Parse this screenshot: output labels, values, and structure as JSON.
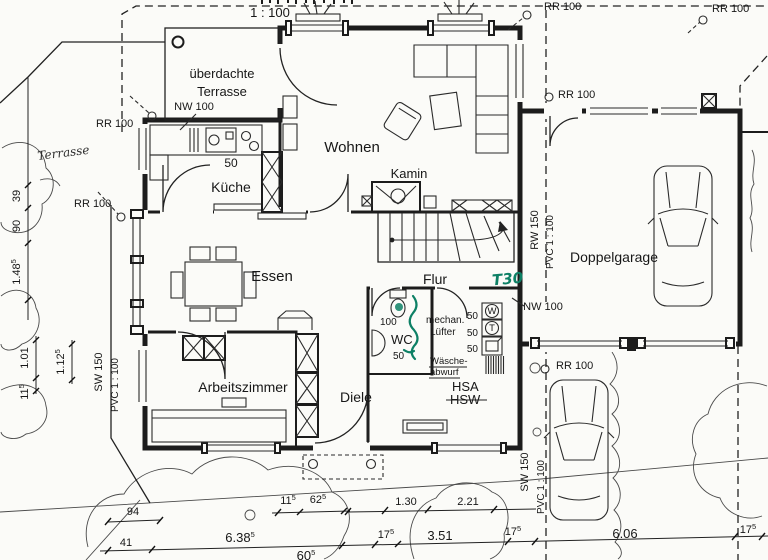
{
  "scale_label": "1 : 100",
  "rooms": {
    "covered_terrace_line1": "überdachte",
    "covered_terrace_line2": "Terrasse",
    "terrace": "Terrasse",
    "kitchen": "Küche",
    "living": "Wohnen",
    "fireplace": "Kamin",
    "dining": "Essen",
    "hall": "Flur",
    "study": "Arbeitszimmer",
    "entry_hall": "Diele",
    "wc": "WC",
    "vent_line1": "mechan.",
    "vent_line2": "Lüfter",
    "laundry_chute_line1": "Wäsche-",
    "laundry_chute_line2": "abwurf",
    "hsa": "HSA",
    "hsw": "HSW",
    "garage": "Doppelgarage"
  },
  "pipes": {
    "rr100": "RR 100",
    "nw100": "NW 100",
    "rw150": "RW 150",
    "sw150": "SW 150",
    "pvc": "PVC 1 : 100"
  },
  "annotations": {
    "t30": "T30"
  },
  "fixtures": {
    "washer": "W",
    "dryer": "T"
  },
  "numbers": {
    "n50": "50",
    "n100": "100"
  },
  "dims": {
    "d94": "94",
    "d41": "41",
    "d130": "1.30",
    "d221": "2.21",
    "d351": "3.51",
    "d606": "6.06",
    "d101": "1.01",
    "d90": "90",
    "d39": "39",
    "d638": {
      "v": "6.38",
      "sup": "5"
    },
    "d115": {
      "v": "11",
      "sup": "5"
    },
    "d625": {
      "v": "62",
      "sup": "5"
    },
    "d175": {
      "v": "17",
      "sup": "5"
    },
    "d1125": {
      "v": "1.12",
      "sup": "5"
    },
    "d1485": {
      "v": "1.48",
      "sup": "5"
    },
    "d605": {
      "v": "60",
      "sup": "5"
    }
  }
}
